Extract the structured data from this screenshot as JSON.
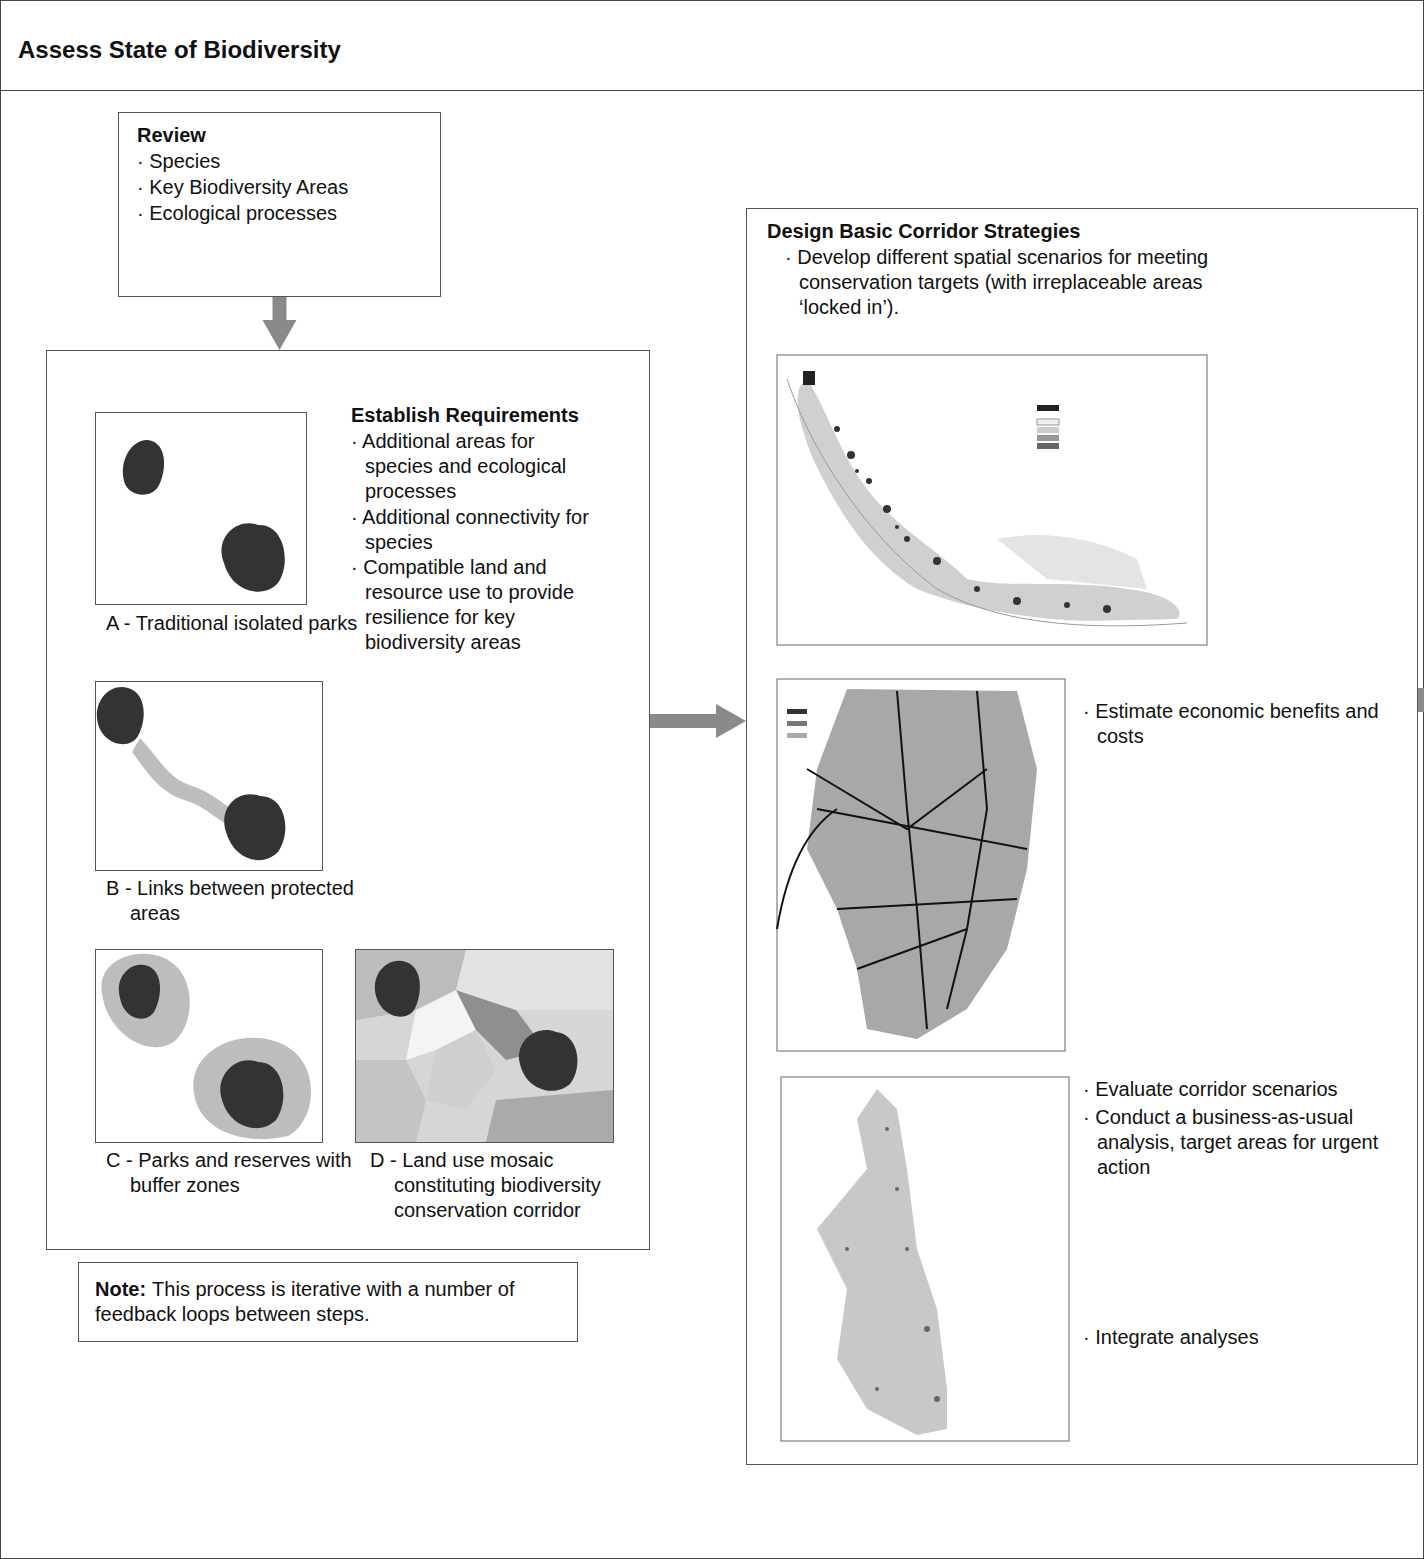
{
  "diagram": {
    "title": "Assess State of Biodiversity",
    "nodes": [
      {
        "text": [
          "Review",
          "· Species",
          "· Key Biodiversity Areas",
          "· Ecological processes"
        ]
      },
      {
        "text": [
          "Establish Requirements",
          "· Additional areas for species and ecological processes",
          "· Additional connectivity for species",
          "· Compatible land and resource use to provide resilience for key biodiversity areas"
        ]
      },
      {
        "text": [
          "A - Traditional isolated parks"
        ],
        "in": 1
      },
      {
        "text": [
          "B - Links between protected areas"
        ],
        "in": 1
      },
      {
        "text": [
          "C - Parks and reserves with buffer zones"
        ],
        "in": 1
      },
      {
        "text": [
          "D - Land use mosaic constituting biodiversity conservation corridor"
        ],
        "in": 1
      },
      {
        "text": [
          "Design Basic Corridor Strategies",
          "· Develop different spatial scenarios for meeting conservation targets (with irreplaceable areas ‘locked in’).",
          "· Estimate economic benefits and costs",
          "· Evaluate corridor scenarios",
          "· Conduct a business-as-usual analysis, target areas for urgent action",
          "· Integrate analyses"
        ]
      },
      {
        "text": [
          "Note:",
          "This process is iterative with a number of feedback loops between steps."
        ]
      }
    ],
    "edges": [
      {
        "from": 0,
        "to": 1,
        "arrow": "to"
      },
      {
        "from": 1,
        "to": 6,
        "arrow": "to"
      }
    ]
  }
}
